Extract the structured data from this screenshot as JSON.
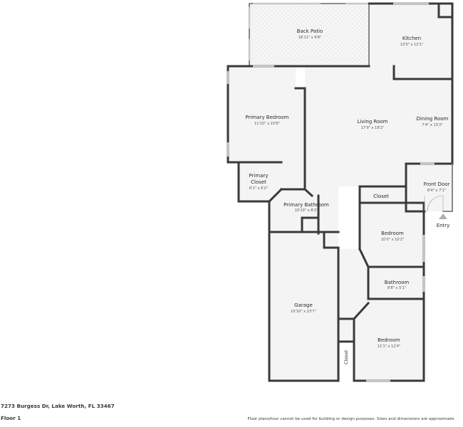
{
  "rooms": {
    "back_patio": {
      "name": "Back Patio",
      "dim": "18'11\" x 9'8\""
    },
    "kitchen": {
      "name": "Kitchen",
      "dim": "13'0\" x 12'1\""
    },
    "primary_bedroom": {
      "name": "Primary Bedroom",
      "dim": "11'10\" x 15'8\""
    },
    "living_room": {
      "name": "Living Room",
      "dim": "17'9\" x 19'2\""
    },
    "dining_room": {
      "name": "Dining Room",
      "dim": "7'4\" x 13'2\""
    },
    "primary_closet": {
      "name_line1": "Primary",
      "name_line2": "Closet",
      "dim": "6'1\" x 6'2\""
    },
    "front_door": {
      "name": "Front Door",
      "dim": "8'4\" x 7'1\""
    },
    "closet_upper": {
      "name": "Closet"
    },
    "primary_bathroom": {
      "name": "Primary Bathroom",
      "dim": "10'10\" x 8'2\""
    },
    "entry": {
      "name": "Entry"
    },
    "bedroom_1": {
      "name": "Bedroom",
      "dim": "10'0\" x 10'2\""
    },
    "bathroom": {
      "name": "Bathroom",
      "dim": "8'8\" x 5'1\""
    },
    "garage": {
      "name": "Garage",
      "dim": "10'10\" x 23'7\""
    },
    "bedroom_2": {
      "name": "Bedroom",
      "dim": "11'1\" x 12'4\""
    },
    "closet_lower": {
      "name": "Closet"
    }
  },
  "footer": {
    "address": "7273 Burgess Dr, Lake Worth, FL 33467",
    "floor": "Floor 1",
    "disclaimer": "Floor plans/tour cannot be used for building or design purposes. Sizes and dimensions are approximate."
  },
  "colors": {
    "wall": "#3a3a3a",
    "floor_fill": "#f4f4f4",
    "window": "#c8c8c8"
  }
}
